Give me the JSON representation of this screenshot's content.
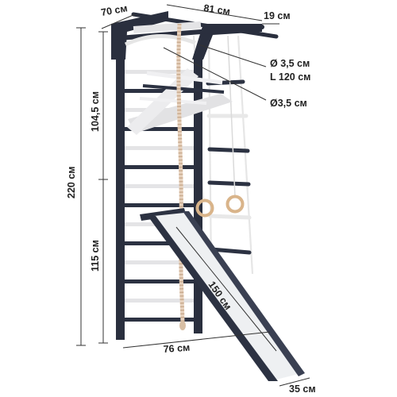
{
  "colors": {
    "frame": "#2a2f3e",
    "rung_dark": "#2c3242",
    "rung_light": "#e4e4e6",
    "dimension_line": "#333333",
    "rope": "#e8d3bf",
    "ring": "#d9b48a",
    "slide_surface": "#eef0f2"
  },
  "dimensions": {
    "top_depth": "70 см",
    "top_width": "81 см",
    "bar_overhang": "19 см",
    "rope_spec_diameter": "Ø 3,5 см",
    "rope_spec_length": "L 120 см",
    "rung_diameter": "Ø3,5 см",
    "total_height": "220 см",
    "upper_height": "104,5 см",
    "lower_height": "115 см",
    "slide_length": "150 см",
    "slide_base": "76 см",
    "slide_width": "35 см"
  }
}
